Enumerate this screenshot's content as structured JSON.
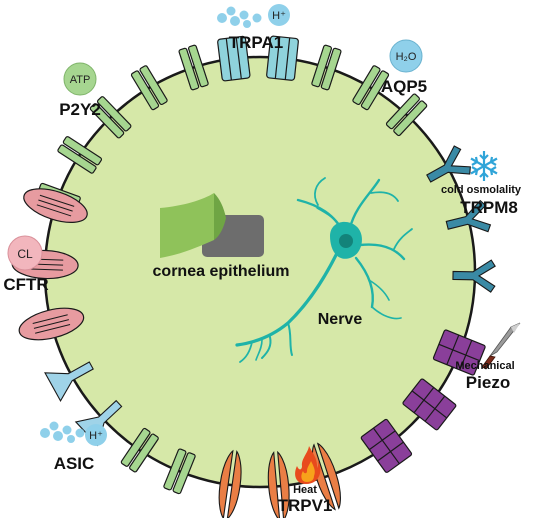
{
  "labels": {
    "trpa1": "TRPA1",
    "aqp5": "AQP5",
    "p2y2": "P2Y2",
    "trpm8": "TRPM8",
    "cold_osmolality": "cold osmolality",
    "cftr": "CFTR",
    "piezo": "Piezo",
    "mechanical": "Mechanical",
    "asic": "ASIC",
    "trpv1": "TRPV1",
    "heat": "Heat",
    "epithelium": "cornea epithelium",
    "nerve": "Nerve"
  },
  "badges": {
    "atp": "ATP",
    "h2o": "H₂O",
    "cl": "CL",
    "h_plus_top": "H⁺",
    "h_plus_bottom": "H⁺"
  },
  "colors": {
    "cell_fill": "#d6e8a8",
    "membrane": "#1a1a1a",
    "trpa1": "#8fd3dc",
    "aqp5": "#a6d690",
    "p2y2": "#a6d690",
    "trpm8": "#3a8aa5",
    "cftr": "#e79ba0",
    "piezo": "#8a3f9a",
    "asic": "#9fd3e8",
    "trpv1": "#ea7e45",
    "nerve": "#1fb3a8",
    "epithelium_green": "#8fc25a",
    "epithelium_gray": "#6d6d6d"
  },
  "icons": {
    "trpm8": "snowflake-icon",
    "trpv1": "flame-icon",
    "piezo": "knife-icon"
  }
}
